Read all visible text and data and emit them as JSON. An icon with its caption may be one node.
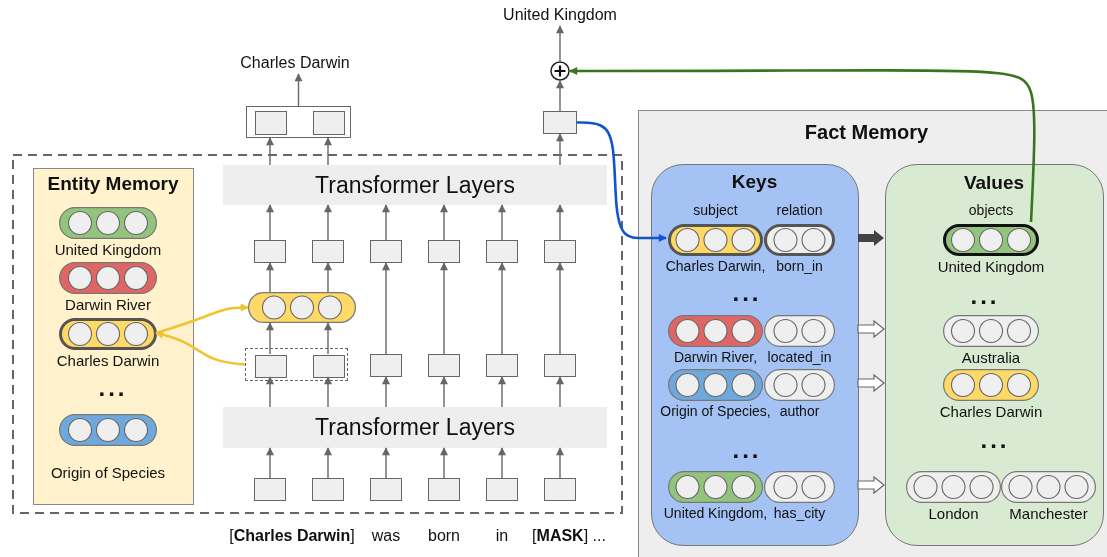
{
  "diagram": {
    "nodes": [
      {
        "text": [
          "United Kingdom"
        ]
      },
      {
        "text": [],
        "shape": "circle"
      },
      {
        "text": [
          "Charles Darwin"
        ]
      },
      {
        "text": [],
        "shape": "box"
      },
      {
        "text": [],
        "shape": "box",
        "in": 3
      },
      {
        "text": [],
        "shape": "box",
        "in": 3
      },
      {
        "text": [],
        "shape": "box"
      },
      {
        "text": [
          "Entity Memory"
        ]
      },
      {
        "text": [
          "United Kingdom"
        ],
        "in": 7
      },
      {
        "text": [
          "Darwin River"
        ],
        "in": 7
      },
      {
        "text": [
          "Charles Darwin"
        ],
        "in": 7
      },
      {
        "text": [
          "Origin of Species"
        ],
        "in": 7
      },
      {
        "text": [
          "Transformer Layers"
        ]
      },
      {
        "text": [],
        "shape": "box"
      },
      {
        "text": [],
        "shape": "box"
      },
      {
        "text": [],
        "shape": "box"
      },
      {
        "text": [],
        "shape": "box"
      },
      {
        "text": [],
        "shape": "box"
      },
      {
        "text": [],
        "shape": "box"
      },
      {
        "text": [],
        "shape": "bar"
      },
      {
        "text": [],
        "shape": "box"
      },
      {
        "text": [],
        "shape": "box",
        "in": 20
      },
      {
        "text": [],
        "shape": "box",
        "in": 20
      },
      {
        "text": [],
        "shape": "box"
      },
      {
        "text": [],
        "shape": "box"
      },
      {
        "text": [],
        "shape": "box"
      },
      {
        "text": [],
        "shape": "box"
      },
      {
        "text": [
          "Transformer Layers"
        ]
      },
      {
        "text": [],
        "shape": "box"
      },
      {
        "text": [],
        "shape": "box"
      },
      {
        "text": [],
        "shape": "box"
      },
      {
        "text": [],
        "shape": "box"
      },
      {
        "text": [],
        "shape": "box"
      },
      {
        "text": [],
        "shape": "box"
      },
      {
        "text": [
          "Fact Memory"
        ]
      },
      {
        "text": [
          "Keys"
        ],
        "in": 34
      },
      {
        "text": [
          "Charles Darwin,"
        ],
        "in": 35,
        "beside": [
          "subject"
        ]
      },
      {
        "text": [
          "born_in"
        ],
        "in": 35,
        "beside": [
          "relation"
        ]
      },
      {
        "text": [
          "Darwin River,"
        ],
        "in": 35
      },
      {
        "text": [
          "located_in"
        ],
        "in": 35
      },
      {
        "text": [
          "Origin of Species,"
        ],
        "in": 35
      },
      {
        "text": [
          "author"
        ],
        "in": 35
      },
      {
        "text": [
          "United Kingdom,"
        ],
        "in": 35
      },
      {
        "text": [
          "has_city"
        ],
        "in": 35
      },
      {
        "text": [
          "Values"
        ],
        "in": 34
      },
      {
        "text": [
          "United Kingdom"
        ],
        "in": 44,
        "beside": [
          "objects"
        ]
      },
      {
        "text": [
          "Australia"
        ],
        "in": 44
      },
      {
        "text": [
          "Charles Darwin"
        ],
        "in": 44
      },
      {
        "text": [
          "London"
        ],
        "in": 44
      },
      {
        "text": [
          "Manchester"
        ],
        "in": 44
      }
    ],
    "edges": [
      {
        "from": 3,
        "to": 2,
        "arrow": "to"
      },
      {
        "from": 1,
        "to": 0,
        "arrow": "to"
      },
      {
        "from": 6,
        "to": 1,
        "arrow": "to"
      },
      {
        "from": 12,
        "to": 3,
        "arrow": "to"
      },
      {
        "from": 12,
        "to": 3,
        "arrow": "to"
      },
      {
        "from": 12,
        "to": 6,
        "arrow": "to"
      },
      {
        "from": 13,
        "to": 12,
        "arrow": "to"
      },
      {
        "from": 14,
        "to": 12,
        "arrow": "to"
      },
      {
        "from": 15,
        "to": 12,
        "arrow": "to"
      },
      {
        "from": 16,
        "to": 12,
        "arrow": "to"
      },
      {
        "from": 17,
        "to": 12,
        "arrow": "to"
      },
      {
        "from": 18,
        "to": 12,
        "arrow": "to"
      },
      {
        "from": 19,
        "to": 13,
        "arrow": "to"
      },
      {
        "from": 19,
        "to": 14,
        "arrow": "to"
      },
      {
        "from": 21,
        "to": 19,
        "arrow": "to"
      },
      {
        "from": 22,
        "to": 19,
        "arrow": "to"
      },
      {
        "from": 23,
        "to": 15,
        "arrow": "to"
      },
      {
        "from": 24,
        "to": 16,
        "arrow": "to"
      },
      {
        "from": 25,
        "to": 17,
        "arrow": "to"
      },
      {
        "from": 26,
        "to": 18,
        "arrow": "to"
      },
      {
        "from": 27,
        "to": 21,
        "arrow": "to"
      },
      {
        "from": 27,
        "to": 22,
        "arrow": "to"
      },
      {
        "from": 27,
        "to": 23,
        "arrow": "to"
      },
      {
        "from": 27,
        "to": 24,
        "arrow": "to"
      },
      {
        "from": 27,
        "to": 25,
        "arrow": "to"
      },
      {
        "from": 27,
        "to": 26,
        "arrow": "to"
      },
      {
        "from": 28,
        "to": 27,
        "arrow": "to"
      },
      {
        "from": 29,
        "to": 27,
        "arrow": "to"
      },
      {
        "from": 30,
        "to": 27,
        "arrow": "to"
      },
      {
        "from": 31,
        "to": 27,
        "arrow": "to"
      },
      {
        "from": 32,
        "to": 27,
        "arrow": "to"
      },
      {
        "from": 33,
        "to": 27,
        "arrow": "to"
      },
      {
        "from": 10,
        "to": 19,
        "arrow": "to",
        "color": "#f1c232"
      },
      {
        "from": 20,
        "to": 10,
        "arrow": "to",
        "color": "#f1c232"
      },
      {
        "from": 6,
        "to": 36,
        "arrow": "to",
        "color": "#1155cc"
      },
      {
        "from": 45,
        "to": 1,
        "arrow": "to",
        "color": "#38761d"
      },
      {
        "from": 35,
        "to": 44,
        "arrow": "to",
        "style": "thick",
        "color": "#434343"
      },
      {
        "from": 35,
        "to": 44,
        "arrow": "to"
      },
      {
        "from": 35,
        "to": 44,
        "arrow": "to"
      },
      {
        "from": 35,
        "to": 44,
        "arrow": "to"
      }
    ],
    "labels": [
      "...",
      "...",
      "...",
      "...",
      "...",
      "[**Charles Darwin**]",
      "was",
      "born",
      "in",
      "[**MASK**] ..."
    ]
  }
}
